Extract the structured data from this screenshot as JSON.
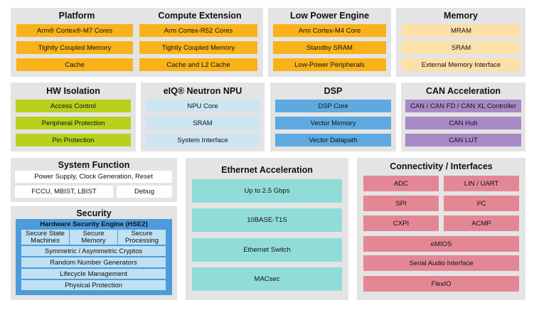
{
  "platform": {
    "title": "Platform",
    "blocks": [
      "Arm® Cortex®-M7 Cores",
      "Tightly Coupled Memory",
      "Cache"
    ]
  },
  "compute": {
    "title": "Compute Extension",
    "blocks": [
      "Arm Cortex-R52 Cores",
      "Tightly Coupled Memory",
      "Cache and L2 Cache"
    ]
  },
  "lowpower": {
    "title": "Low Power Engine",
    "blocks": [
      "Arm Cortex-M4 Core",
      "Standby SRAM",
      "Low-Power Peripherals"
    ]
  },
  "memory": {
    "title": "Memory",
    "blocks": [
      "MRAM",
      "SRAM",
      "External Memory Interface"
    ]
  },
  "hwiso": {
    "title": "HW Isolation",
    "blocks": [
      "Access Control",
      "Peripheral Protection",
      "Pin Protection"
    ]
  },
  "npu": {
    "title": "eIQ® Neutron NPU",
    "blocks": [
      "NPU Core",
      "SRAM",
      "System Interface"
    ]
  },
  "dsp": {
    "title": "DSP",
    "blocks": [
      "DSP Core",
      "Vector Memory",
      "Vector Datapath"
    ]
  },
  "can": {
    "title": "CAN Acceleration",
    "blocks": [
      "CAN / CAN FD / CAN XL Controller",
      "CAN Hub",
      "CAN LUT"
    ]
  },
  "sysfunc": {
    "title": "System Function",
    "blocks": [
      "Power Supply, Clock Generation, Reset",
      "FCCU, MBIST, LBIST",
      "Debug"
    ]
  },
  "security": {
    "title": "Security",
    "hse_title": "Hardware Security Engine (HSE2)",
    "top": [
      "Secure State Machines",
      "Secure Memory",
      "Secure Processing"
    ],
    "rows": [
      "Symmetric / Asymmetric Cryptos",
      "Random Number Generators",
      "Lifecycle Management",
      "Physical Protection"
    ]
  },
  "ethernet": {
    "title": "Ethernet Acceleration",
    "blocks": [
      "Up to 2.5 Gbps",
      "10BASE-T1S",
      "Ethernet Switch",
      "MACsec"
    ]
  },
  "connectivity": {
    "title": "Connectivity / Interfaces",
    "pairs": [
      "ADC",
      "LIN / UART",
      "SPI",
      "I²C",
      "CXPI",
      "ACMP"
    ],
    "wide": [
      "eMIOS",
      "Serial Audio Interface",
      "FlexIO"
    ]
  }
}
